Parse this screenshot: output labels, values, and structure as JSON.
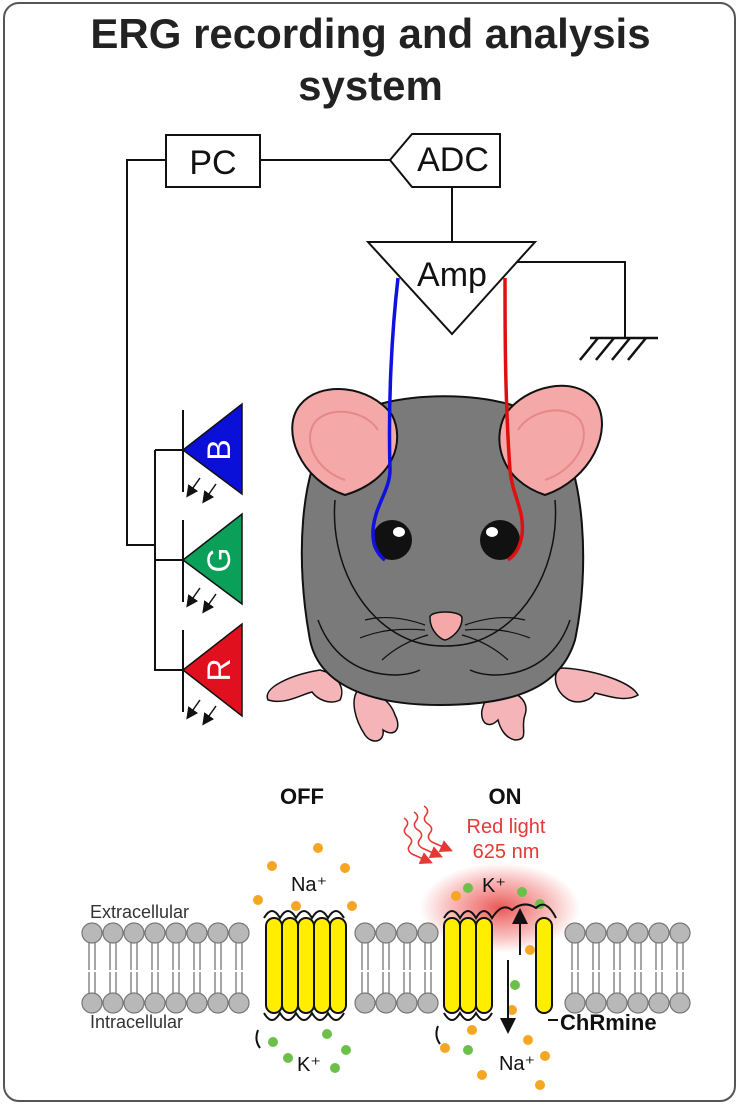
{
  "title": {
    "line1": "ERG recording and analysis",
    "line2": "system"
  },
  "devices": {
    "pc": "PC",
    "adc": "ADC",
    "amp": "Amp"
  },
  "leds": [
    {
      "label": "B",
      "color": "#0b10d8"
    },
    {
      "label": "G",
      "color": "#0aa05a"
    },
    {
      "label": "R",
      "color": "#e0101e"
    }
  ],
  "electrodes": {
    "left_color": "#1010e0",
    "right_color": "#e01010"
  },
  "membrane": {
    "off_label": "OFF",
    "on_label": "ON",
    "light_label_1": "Red light",
    "light_label_2": "625 nm",
    "extracellular": "Extracellular",
    "intracellular": "Intracellular",
    "na_off": "Na⁺",
    "k_off": "K⁺",
    "k_on": "K⁺",
    "na_on": "Na⁺",
    "protein": "ChRmine"
  },
  "colors": {
    "mouse_body": "#7a7a7a",
    "ear": "#f4a8a8",
    "channel": "#ffee00",
    "ion_orange": "#f5a623",
    "ion_green": "#6cc04a",
    "light": "#e53935"
  }
}
